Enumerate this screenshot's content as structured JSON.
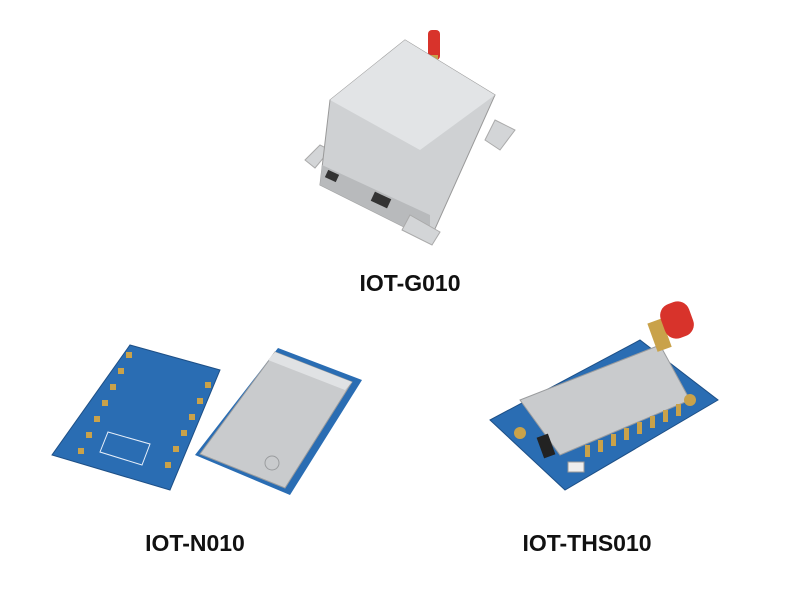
{
  "products": [
    {
      "name": "IOT-G010",
      "kind": "gateway-enclosure"
    },
    {
      "name": "IOT-N010",
      "kind": "smd-module"
    },
    {
      "name": "IOT-THS010",
      "kind": "module-board-with-antenna"
    }
  ],
  "colors": {
    "pcb_blue": "#2a6db3",
    "shield_silver": "#c9cbcd",
    "antenna_red": "#d8332b",
    "gold": "#c9a24a"
  }
}
